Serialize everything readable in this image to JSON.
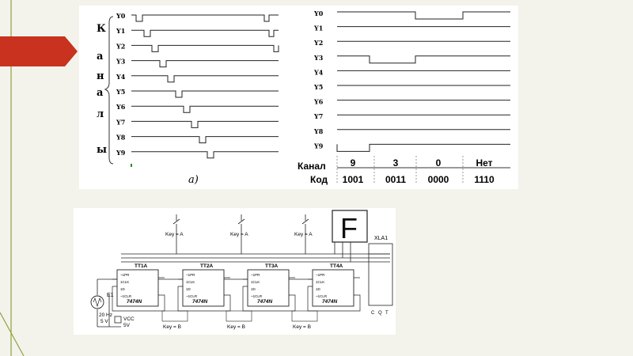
{
  "slide": {
    "accent_color": "#c8321e",
    "line_color": "#8fa23c"
  },
  "timing_a": {
    "vertical_letters": [
      "К",
      "а",
      "н",
      "а",
      "л",
      "ы"
    ],
    "channels": [
      "Y0",
      "Y1",
      "Y2",
      "Y3",
      "Y4",
      "Y5",
      "Y6",
      "Y7",
      "Y8",
      "Y9"
    ],
    "caption": "а)"
  },
  "timing_b": {
    "channels": [
      "Y0",
      "Y1",
      "Y2",
      "Y3",
      "Y4",
      "Y5",
      "Y6",
      "Y7",
      "Y8",
      "Y9"
    ],
    "channel_label": "Канал",
    "code_label": "Код",
    "channel_values": [
      "9",
      "3",
      "0",
      "Нет"
    ],
    "code_values": [
      "1001",
      "0011",
      "0000",
      "1110"
    ]
  },
  "circuit": {
    "keys_top": [
      "Key = A",
      "Key = A",
      "Key = A"
    ],
    "keys_bottom": [
      "Key = B",
      "Key = B",
      "Key = B"
    ],
    "flipflops": [
      "TT1A",
      "TT2A",
      "TT3A",
      "TT4A"
    ],
    "chip": "7474N",
    "pins": [
      "~1PR",
      "1CLK",
      "1D",
      "~1CLR"
    ],
    "source_name": "E1",
    "source_freq": "20 Hz",
    "source_volt": "5 V",
    "vcc_label": "VCC",
    "vcc_value": "5V",
    "analyzer": "XLA1",
    "analyzer_pins": [
      "C",
      "Q",
      "T"
    ],
    "display_char": "F"
  }
}
